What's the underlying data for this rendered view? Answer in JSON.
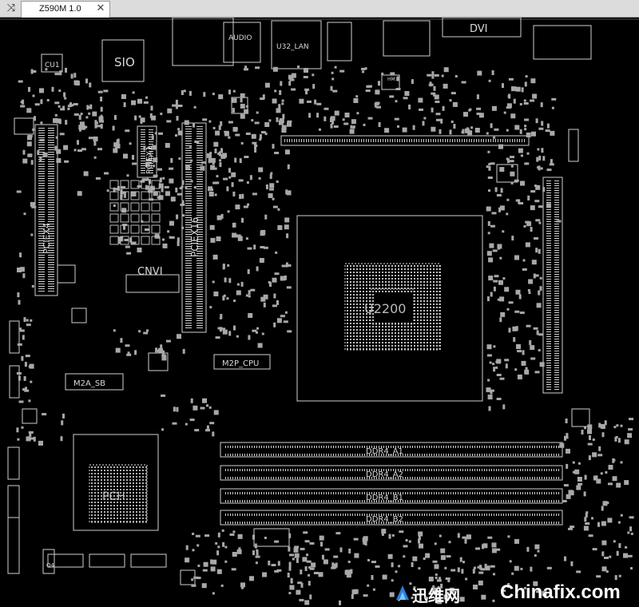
{
  "toolbar": {
    "toggle_icon": "⤨"
  },
  "tab": {
    "title": "Z590M 1.0",
    "close_glyph": "✕"
  },
  "labels": {
    "sio": "SIO",
    "cu1": "CU1",
    "audio": "AUDIO",
    "u32_lan": "U32_LAN",
    "dvi": "DVI",
    "pciex4": "PCIEX4",
    "pciex1": "PCIEX1",
    "pciex16": "PCIEX16",
    "cnvi": "CNVI",
    "m2a_sb": "M2A_SB",
    "m2p_cpu": "M2P_CPU",
    "cpu": "U2200",
    "pch": "PCH",
    "ddr4_a1": "DDR4_A1",
    "ddr4_a2": "DDR4_A2",
    "ddr4_b1": "DDR4_B1",
    "ddr4_b2": "DDR4_B2",
    "hm1": "HM1",
    "q4": "Q4"
  },
  "watermark": {
    "cn": "迅维网",
    "en": "Chinafix.com"
  },
  "colors": {
    "trace": "#d0d0d0",
    "bg": "#000000",
    "accent": "#2a7de1"
  }
}
